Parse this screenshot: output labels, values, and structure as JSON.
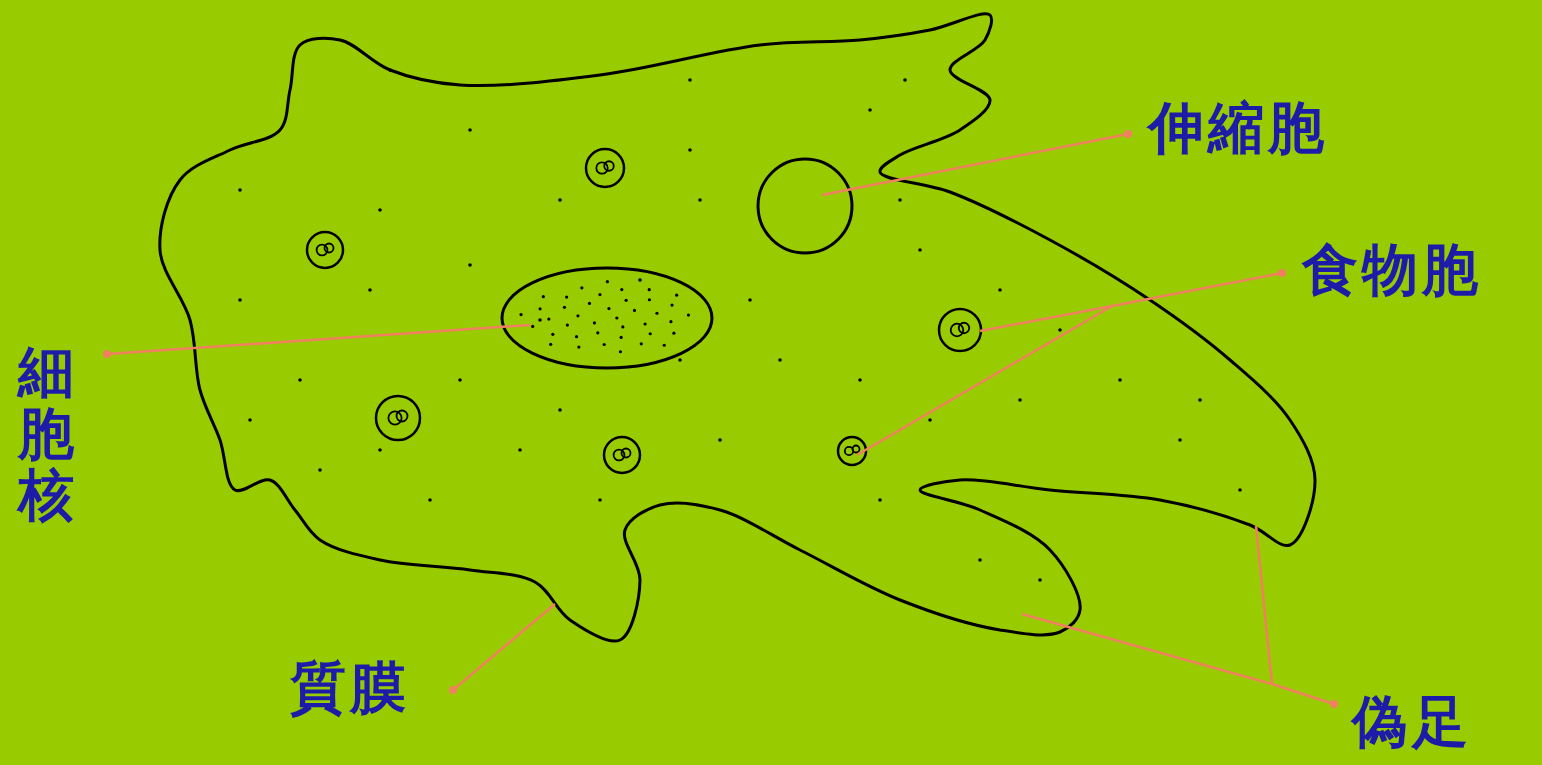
{
  "diagram": {
    "labels": [
      "伸縮胞",
      "食物胞",
      "細胞核",
      "質膜",
      "偽足"
    ]
  }
}
